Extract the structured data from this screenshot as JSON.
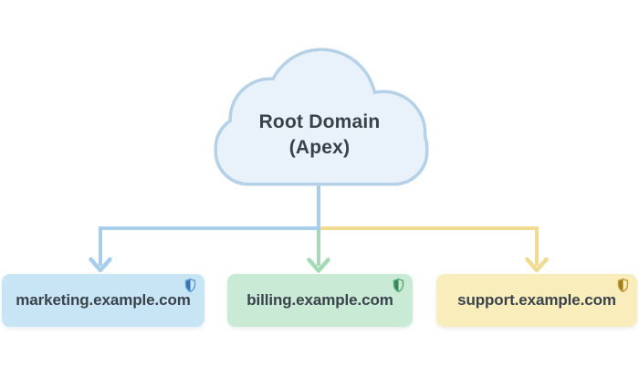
{
  "root_node": {
    "line1": "Root Domain",
    "line2": "(Apex)",
    "shape": "cloud-icon"
  },
  "nodes": [
    {
      "label": "marketing.example.com",
      "theme": "blue",
      "icon": "shield-half-icon"
    },
    {
      "label": "billing.example.com",
      "theme": "green",
      "icon": "shield-half-icon"
    },
    {
      "label": "support.example.com",
      "theme": "yellow",
      "icon": "shield-half-icon"
    }
  ],
  "colors": {
    "background": "#ffffff",
    "node_blue_bg": "#c8e5f5",
    "node_green_bg": "#c9ebd6",
    "node_yellow_bg": "#f9edbb",
    "arrow_blue": "#a6cdec",
    "arrow_green": "#a5d9b6",
    "arrow_yellow": "#f1da92",
    "cloud_fill": "#e9f2fa",
    "cloud_stroke": "#b5d1e8",
    "shield_blue": "#3a72b0",
    "shield_green": "#35895a",
    "shield_gold": "#a07c1d",
    "text_dark": "#39424c"
  }
}
